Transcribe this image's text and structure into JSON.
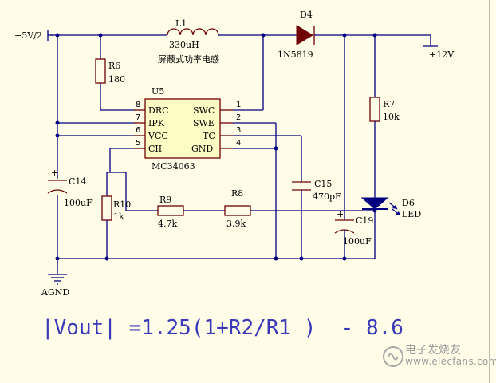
{
  "nets": {
    "vin": "+5V/2",
    "vout": "+12V",
    "ground": "AGND"
  },
  "l1": {
    "ref": "L1",
    "value": "330uH",
    "desc": "屏蔽式功率电感"
  },
  "d4": {
    "ref": "D4",
    "value": "1N5819"
  },
  "r6": {
    "ref": "R6",
    "value": "180"
  },
  "r7": {
    "ref": "R7",
    "value": "10k"
  },
  "r8": {
    "ref": "R8",
    "value": "3.9k"
  },
  "r9": {
    "ref": "R9",
    "value": "4.7k"
  },
  "r10": {
    "ref": "R10",
    "value": "1k"
  },
  "c14": {
    "ref": "C14",
    "value": "100uF"
  },
  "c15": {
    "ref": "C15",
    "value": "470pF"
  },
  "c19": {
    "ref": "C19",
    "value": "100uF"
  },
  "d6": {
    "ref": "D6",
    "value": "LED"
  },
  "u5": {
    "ref": "U5",
    "part": "MC34063",
    "left_pins": [
      {
        "num": "8",
        "name": "DRC"
      },
      {
        "num": "7",
        "name": "IPK"
      },
      {
        "num": "6",
        "name": "VCC"
      },
      {
        "num": "5",
        "name": "CII"
      }
    ],
    "right_pins": [
      {
        "num": "1",
        "name": "SWC"
      },
      {
        "num": "2",
        "name": "SWE"
      },
      {
        "num": "3",
        "name": "TC"
      },
      {
        "num": "4",
        "name": "GND"
      }
    ]
  },
  "formula": "|Vout| =1.25(1+R2/R1 )  - 8.6",
  "watermark": {
    "line1": "电子发烧友",
    "line2": "www.elecfans.com"
  }
}
